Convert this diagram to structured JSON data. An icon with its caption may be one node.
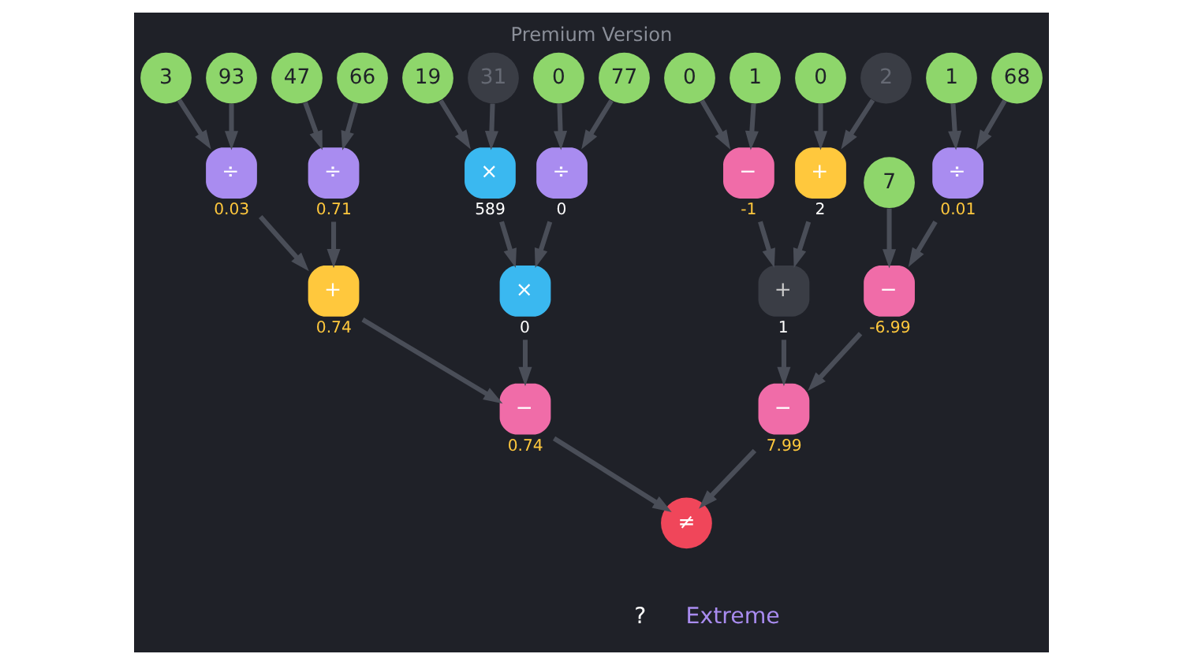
{
  "diagram": {
    "title": "Premium Version",
    "nodes": [
      {
        "text": [
          "3"
        ]
      },
      {
        "text": [
          "93"
        ]
      },
      {
        "text": [
          "47"
        ]
      },
      {
        "text": [
          "66"
        ]
      },
      {
        "text": [
          "19"
        ]
      },
      {
        "text": [
          "31"
        ]
      },
      {
        "text": [
          "0"
        ]
      },
      {
        "text": [
          "77"
        ]
      },
      {
        "text": [
          "0"
        ]
      },
      {
        "text": [
          "1"
        ]
      },
      {
        "text": [
          "0"
        ]
      },
      {
        "text": [
          "2"
        ]
      },
      {
        "text": [
          "1"
        ]
      },
      {
        "text": [
          "68"
        ]
      },
      {
        "text": [
          "÷"
        ],
        "beside": [
          "0.03"
        ]
      },
      {
        "text": [
          "÷"
        ],
        "beside": [
          "0.71"
        ]
      },
      {
        "text": [
          "×"
        ],
        "beside": [
          "589"
        ]
      },
      {
        "text": [
          "÷"
        ],
        "beside": [
          "0"
        ]
      },
      {
        "text": [
          "−"
        ],
        "beside": [
          "-1"
        ]
      },
      {
        "text": [
          "+"
        ],
        "beside": [
          "2"
        ]
      },
      {
        "text": [
          "÷"
        ],
        "beside": [
          "0.01"
        ]
      },
      {
        "text": [
          "7"
        ]
      },
      {
        "text": [
          "+"
        ],
        "beside": [
          "0.74"
        ]
      },
      {
        "text": [
          "×"
        ],
        "beside": [
          "0"
        ]
      },
      {
        "text": [
          "+"
        ],
        "beside": [
          "1"
        ]
      },
      {
        "text": [
          "−"
        ],
        "beside": [
          "-6.99"
        ]
      },
      {
        "text": [
          "−"
        ],
        "beside": [
          "0.74"
        ]
      },
      {
        "text": [
          "−"
        ],
        "beside": [
          "7.99"
        ]
      },
      {
        "text": [
          "≠"
        ]
      }
    ],
    "edges": [
      {
        "from": 0,
        "to": 14,
        "arrow": "to"
      },
      {
        "from": 1,
        "to": 14,
        "arrow": "to"
      },
      {
        "from": 2,
        "to": 15,
        "arrow": "to"
      },
      {
        "from": 3,
        "to": 15,
        "arrow": "to"
      },
      {
        "from": 4,
        "to": 16,
        "arrow": "to"
      },
      {
        "from": 5,
        "to": 16,
        "arrow": "to"
      },
      {
        "from": 6,
        "to": 17,
        "arrow": "to"
      },
      {
        "from": 7,
        "to": 17,
        "arrow": "to"
      },
      {
        "from": 8,
        "to": 18,
        "arrow": "to"
      },
      {
        "from": 9,
        "to": 18,
        "arrow": "to"
      },
      {
        "from": 10,
        "to": 19,
        "arrow": "to"
      },
      {
        "from": 11,
        "to": 19,
        "arrow": "to"
      },
      {
        "from": 12,
        "to": 20,
        "arrow": "to"
      },
      {
        "from": 13,
        "to": 20,
        "arrow": "to"
      },
      {
        "from": 14,
        "to": 22,
        "arrow": "to"
      },
      {
        "from": 15,
        "to": 22,
        "arrow": "to"
      },
      {
        "from": 16,
        "to": 23,
        "arrow": "to"
      },
      {
        "from": 17,
        "to": 23,
        "arrow": "to"
      },
      {
        "from": 18,
        "to": 24,
        "arrow": "to"
      },
      {
        "from": 19,
        "to": 24,
        "arrow": "to"
      },
      {
        "from": 20,
        "to": 25,
        "arrow": "to"
      },
      {
        "from": 21,
        "to": 25,
        "arrow": "to"
      },
      {
        "from": 22,
        "to": 26,
        "arrow": "to"
      },
      {
        "from": 23,
        "to": 26,
        "arrow": "to"
      },
      {
        "from": 24,
        "to": 27,
        "arrow": "to"
      },
      {
        "from": 25,
        "to": 27,
        "arrow": "to"
      },
      {
        "from": 26,
        "to": 28,
        "arrow": "to"
      },
      {
        "from": 27,
        "to": 28,
        "arrow": "to"
      }
    ],
    "labels": [
      "?",
      "Extreme"
    ]
  }
}
